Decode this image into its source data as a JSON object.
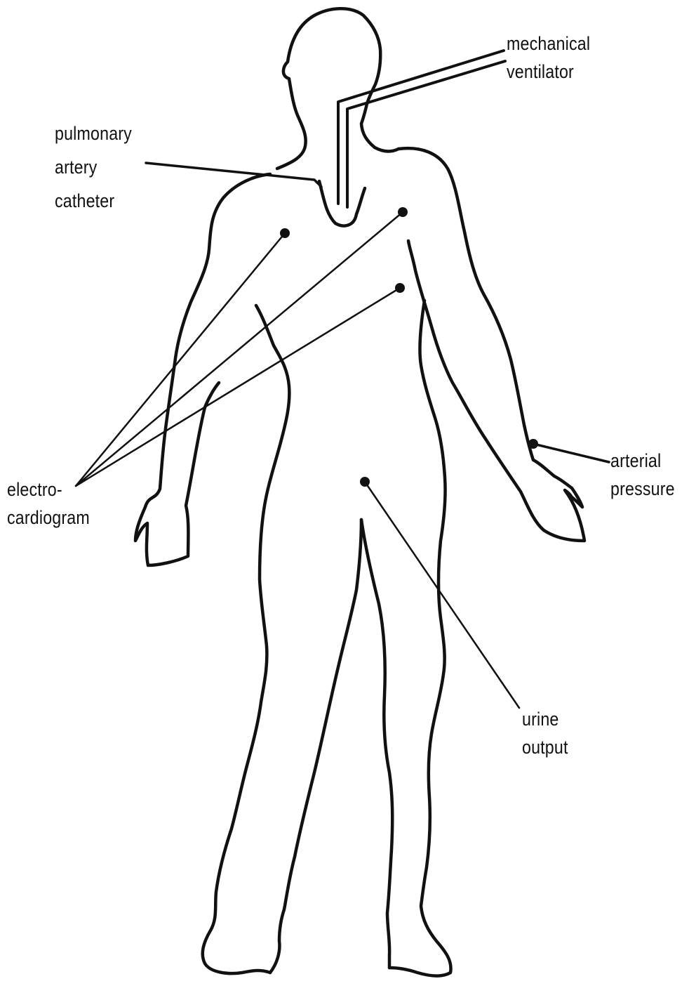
{
  "labels": {
    "mechanical_ventilator": [
      "mechanical",
      "ventilator"
    ],
    "pulmonary_artery_catheter": [
      "pulmonary",
      "artery",
      "catheter"
    ],
    "electrocardiogram": [
      "electro-",
      "cardiogram"
    ],
    "arterial_pressure": [
      "arterial",
      "pressure"
    ],
    "urine_output": [
      "urine",
      "output"
    ]
  },
  "colors": {
    "ink": "#111111",
    "background": "#ffffff"
  }
}
